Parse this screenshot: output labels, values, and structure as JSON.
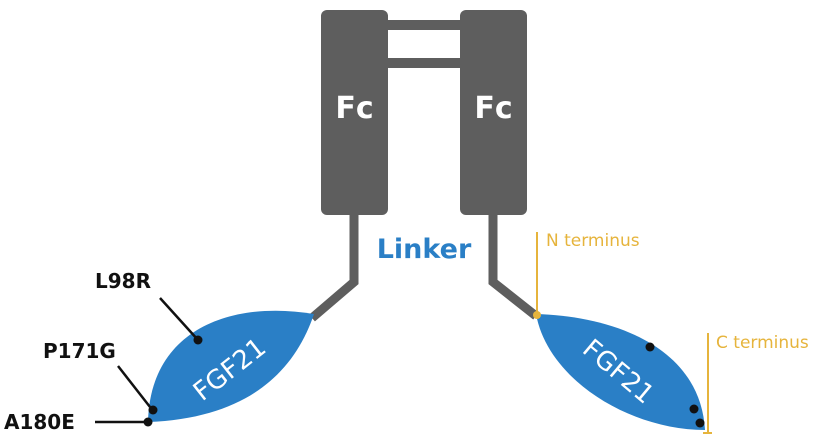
{
  "fc": {
    "left_label": "Fc",
    "right_label": "Fc"
  },
  "linker": {
    "label": "Linker"
  },
  "fgf21": {
    "left_label": "FGF21",
    "right_label": "FGF21"
  },
  "mutations": [
    "L98R",
    "P171G",
    "A180E"
  ],
  "termini": {
    "n_label": "N terminus",
    "c_label": "C terminus"
  },
  "colors": {
    "fc": "#5e5e5e",
    "fgf21": "#2a7fc6",
    "linker_text": "#2a7fc6",
    "terminus": "#e6b43c",
    "marker": "#111111"
  }
}
